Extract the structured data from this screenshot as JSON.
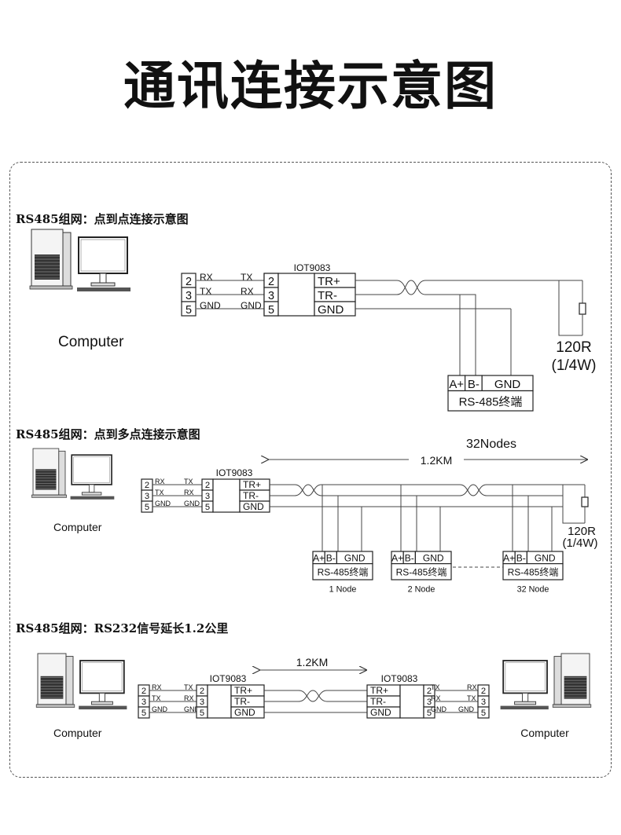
{
  "title": "通讯连接示意图",
  "sections": [
    {
      "heading": "RS485组网：点到点连接示意图"
    },
    {
      "heading": "RS485组网：点到多点连接示意图"
    },
    {
      "heading": "RS485组网：RS232信号延长1.2公里"
    }
  ],
  "labels": {
    "computer": "Computer",
    "device": "IOT9083",
    "pin2": "2",
    "pin3": "3",
    "pin5": "5",
    "rx": "RX",
    "tx": "TX",
    "gnd": "GND",
    "tr_plus": "TR+",
    "tr_minus": "TR-",
    "a_plus": "A+",
    "b_minus": "B-",
    "terminal": "RS-485终端",
    "resistor": "120R",
    "resistor_power": "(1/4W)",
    "nodes_count": "32Nodes",
    "distance": "1.2KM",
    "node1": "1 Node",
    "node2": "2 Node",
    "node32": "32 Node"
  }
}
